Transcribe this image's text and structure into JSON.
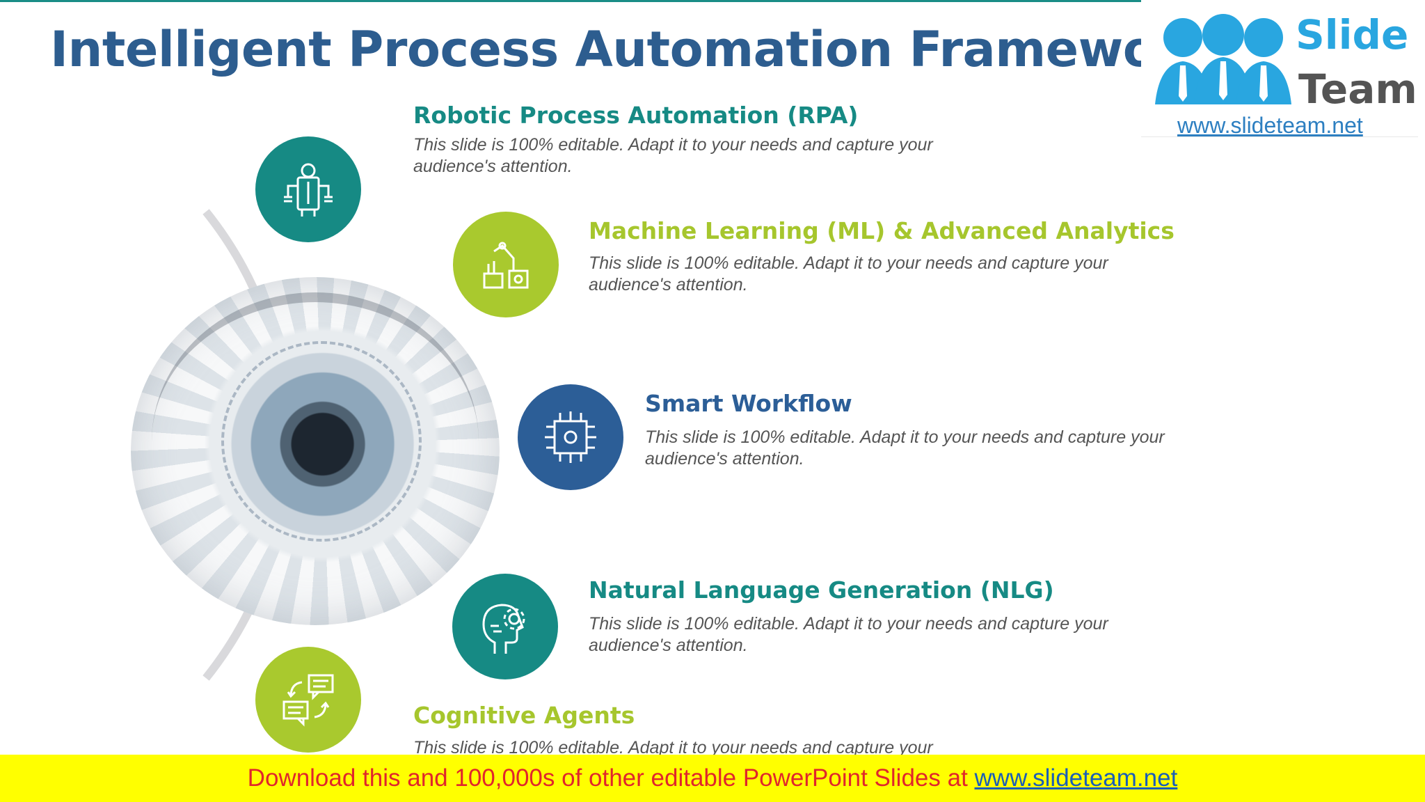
{
  "slide": {
    "title": "Intelligent Process Automation Framework"
  },
  "logo": {
    "word1": "Slide",
    "word2": "Team",
    "url": "www.slideteam.net"
  },
  "items": [
    {
      "heading": "Robotic Process Automation (RPA)",
      "text": "This slide is 100% editable. Adapt it to your needs and capture your audience's attention.",
      "icon": "robot-icon",
      "color": "#168a84"
    },
    {
      "heading": "Machine Learning (ML) & Advanced Analytics",
      "text": "This slide is 100% editable. Adapt it to your needs and capture your audience's attention.",
      "icon": "robotic-arm-icon",
      "color": "#a9c92e"
    },
    {
      "heading": "Smart Workflow",
      "text": "This slide is 100% editable. Adapt it to your needs and capture your audience's attention.",
      "icon": "chip-icon",
      "color": "#2c5e97"
    },
    {
      "heading": "Natural Language Generation (NLG)",
      "text": "This slide is 100% editable. Adapt it to your needs and capture your audience's attention.",
      "icon": "head-gear-icon",
      "color": "#168a84"
    },
    {
      "heading": "Cognitive Agents",
      "text": "This slide is 100% editable. Adapt it to your needs and capture your",
      "icon": "chat-exchange-icon",
      "color": "#a9c92e"
    }
  ],
  "banner": {
    "text": "Download this and 100,000s of other editable PowerPoint Slides at ",
    "url": "www.slideteam.net"
  }
}
